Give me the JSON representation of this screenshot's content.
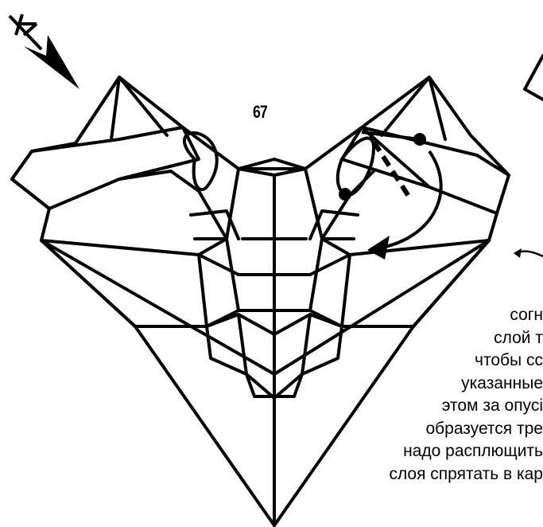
{
  "step_number": "67",
  "instructions": [
    "согн",
    "слой т",
    "чтобы сс",
    "указанные",
    "этом за опусі",
    "образуется тре",
    "надо расплющить",
    "слоя спрятать в кар"
  ],
  "colors": {
    "ink": "#000000",
    "paper": "#ffffff"
  },
  "icons": [
    "mountain-fold-symbol",
    "push-arrow",
    "fold-arrow"
  ]
}
